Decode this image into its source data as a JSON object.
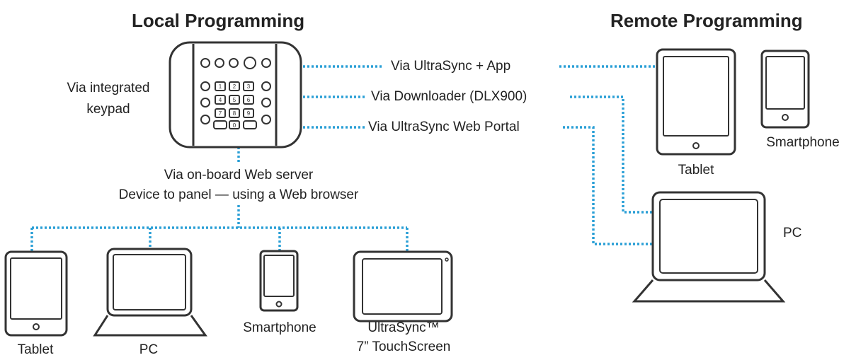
{
  "headings": {
    "local": "Local Programming",
    "remote": "Remote Programming"
  },
  "keypad": {
    "label_line1": "Via integrated",
    "label_line2": "keypad",
    "keys": [
      "1",
      "2",
      "3",
      "4",
      "5",
      "6",
      "7",
      "8",
      "9",
      "0"
    ]
  },
  "connections": {
    "app": "Via UltraSync + App",
    "downloader": "Via Downloader (DLX900)",
    "web_portal": "Via UltraSync Web Portal",
    "web_server_line1": "Via on-board Web server",
    "web_server_line2": "Device to panel — using a Web browser"
  },
  "remote_devices": {
    "tablet": "Tablet",
    "smartphone": "Smartphone",
    "pc": "PC"
  },
  "local_devices": {
    "tablet": "Tablet",
    "pc": "PC",
    "smartphone": "Smartphone",
    "touchscreen_line1": "UltraSync™",
    "touchscreen_line2": "7” TouchScreen"
  },
  "colors": {
    "connector": "#2a9fd6",
    "outline": "#333333"
  }
}
